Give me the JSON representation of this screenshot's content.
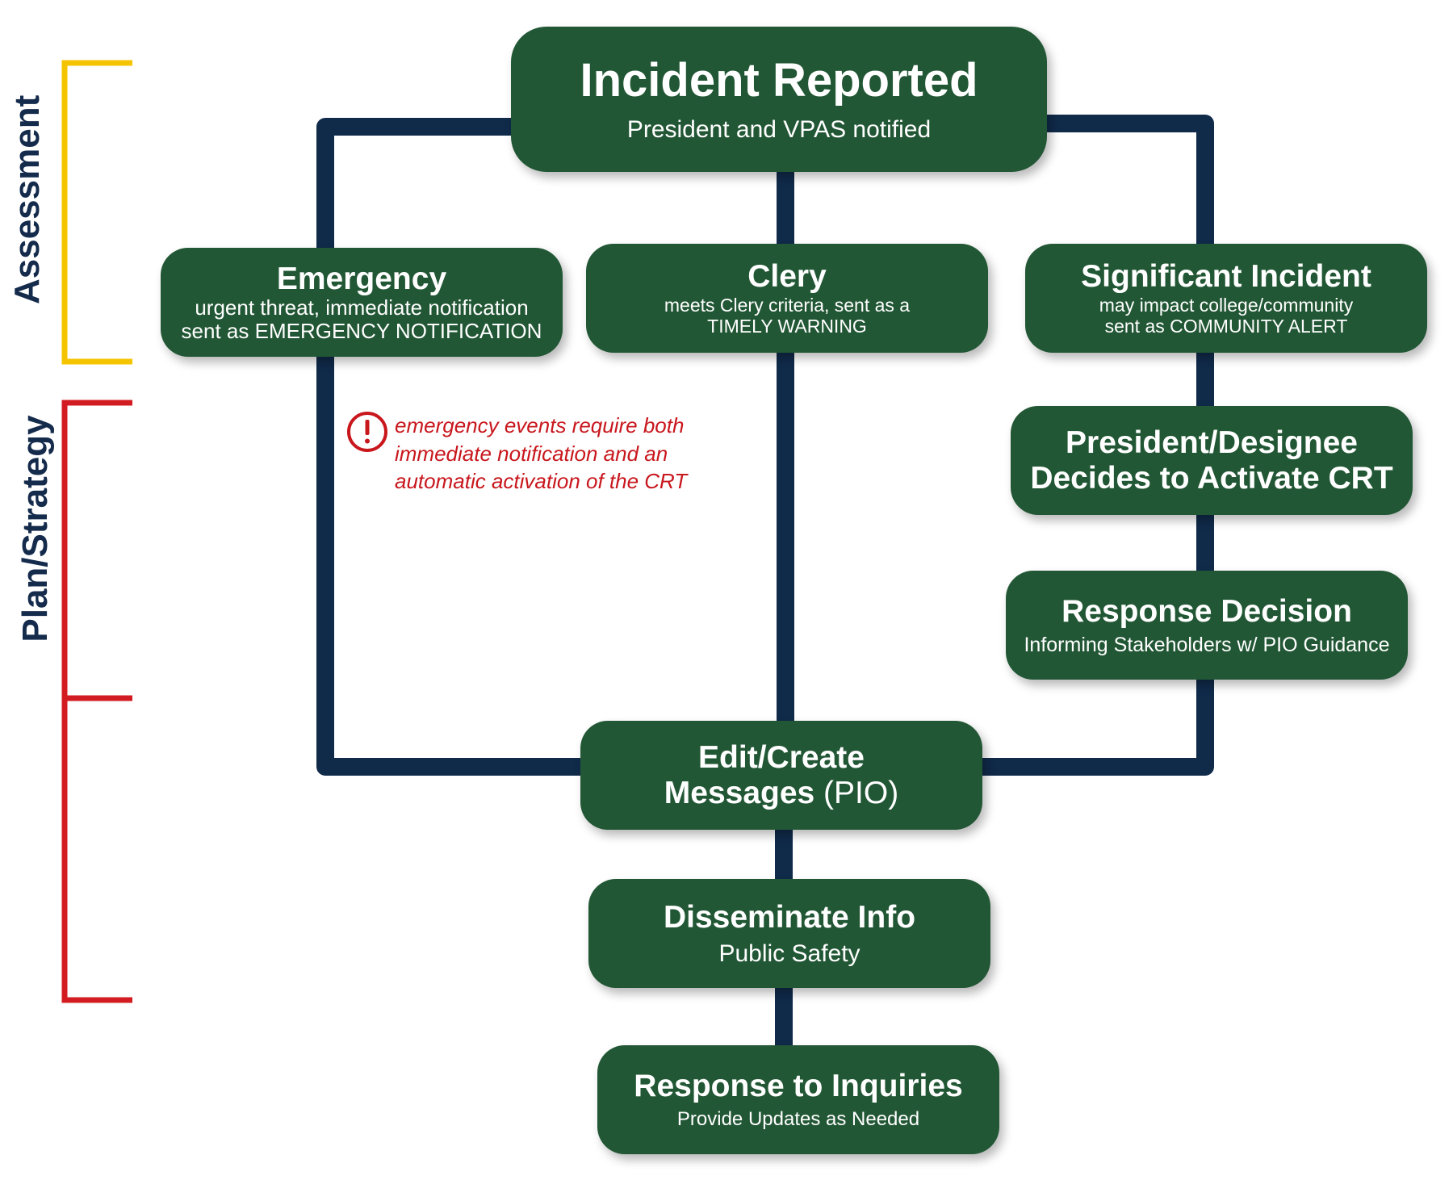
{
  "colors": {
    "node_fill": "#225735",
    "connector": "#102a4a",
    "assessment_bracket": "#f5c400",
    "plan_bracket": "#d31c22",
    "phase_label": "#142b4c",
    "note_text": "#c8171d"
  },
  "phases": {
    "assessment": "Assessment",
    "plan": "Plan/Strategy"
  },
  "nodes": {
    "incident": {
      "title": "Incident Reported",
      "sub": "President and VPAS notified"
    },
    "emergency": {
      "title": "Emergency",
      "sub1": "urgent threat, immediate notification",
      "sub2": "sent as EMERGENCY NOTIFICATION"
    },
    "clery": {
      "title": "Clery",
      "sub1": "meets Clery criteria, sent as a",
      "sub2": "TIMELY WARNING"
    },
    "significant": {
      "title": "Significant Incident",
      "sub1": "may impact college/community",
      "sub2": "sent as COMMUNITY ALERT"
    },
    "president": {
      "line1": "President/Designee",
      "line2": "Decides to Activate CRT"
    },
    "response_decision": {
      "title": "Response Decision",
      "sub": "Informing Stakeholders w/ PIO Guidance"
    },
    "edit_create": {
      "line1": "Edit/Create",
      "line2_bold": "Messages",
      "line2_plain": " (PIO)"
    },
    "disseminate": {
      "title": "Disseminate Info",
      "sub": "Public Safety"
    },
    "inquiries": {
      "title": "Response to Inquiries",
      "sub": "Provide Updates as Needed"
    }
  },
  "note": {
    "icon": "exclamation-circle-icon",
    "line1": "emergency events require both",
    "line2": "immediate notification and an",
    "line3": "automatic activation of the CRT"
  }
}
